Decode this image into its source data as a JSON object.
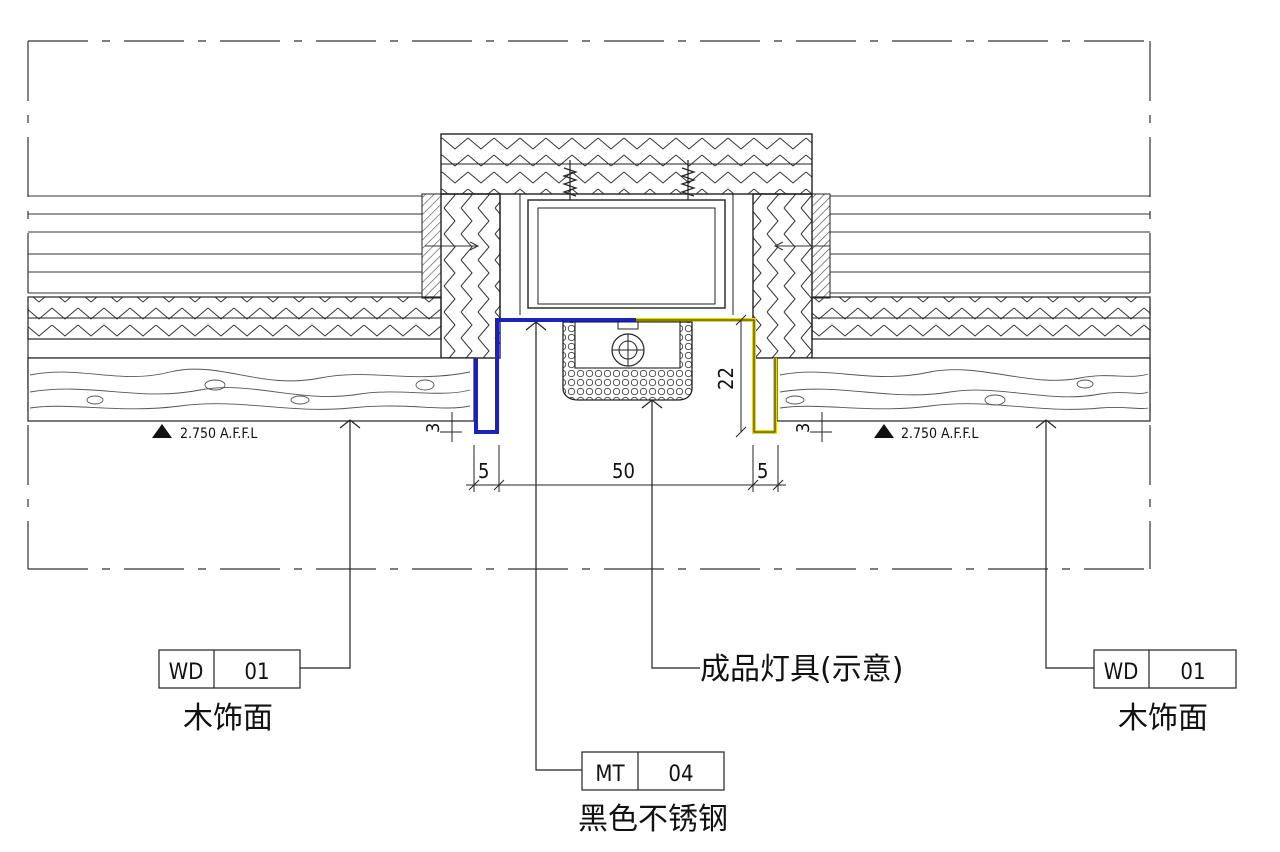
{
  "elevation": {
    "left": "2.750 A.F.F.L",
    "right": "2.750 A.F.F.L"
  },
  "dimensions": {
    "gap_left": "5",
    "gap_width": "50",
    "gap_right": "5",
    "reveal_left": "3",
    "reveal_right": "3",
    "channel_depth": "22"
  },
  "tags": {
    "left": {
      "code": "WD",
      "number": "01",
      "caption": "木饰面"
    },
    "right": {
      "code": "WD",
      "number": "01",
      "caption": "木饰面"
    },
    "metal": {
      "code": "MT",
      "number": "04",
      "caption": "黑色不锈钢"
    }
  },
  "annotations": {
    "fixture": "成品灯具(示意)"
  },
  "colors": {
    "line": "#222222",
    "channel_blue": "#1c22b8",
    "channel_yellow": "#e8d800",
    "hatch": "#555555"
  }
}
